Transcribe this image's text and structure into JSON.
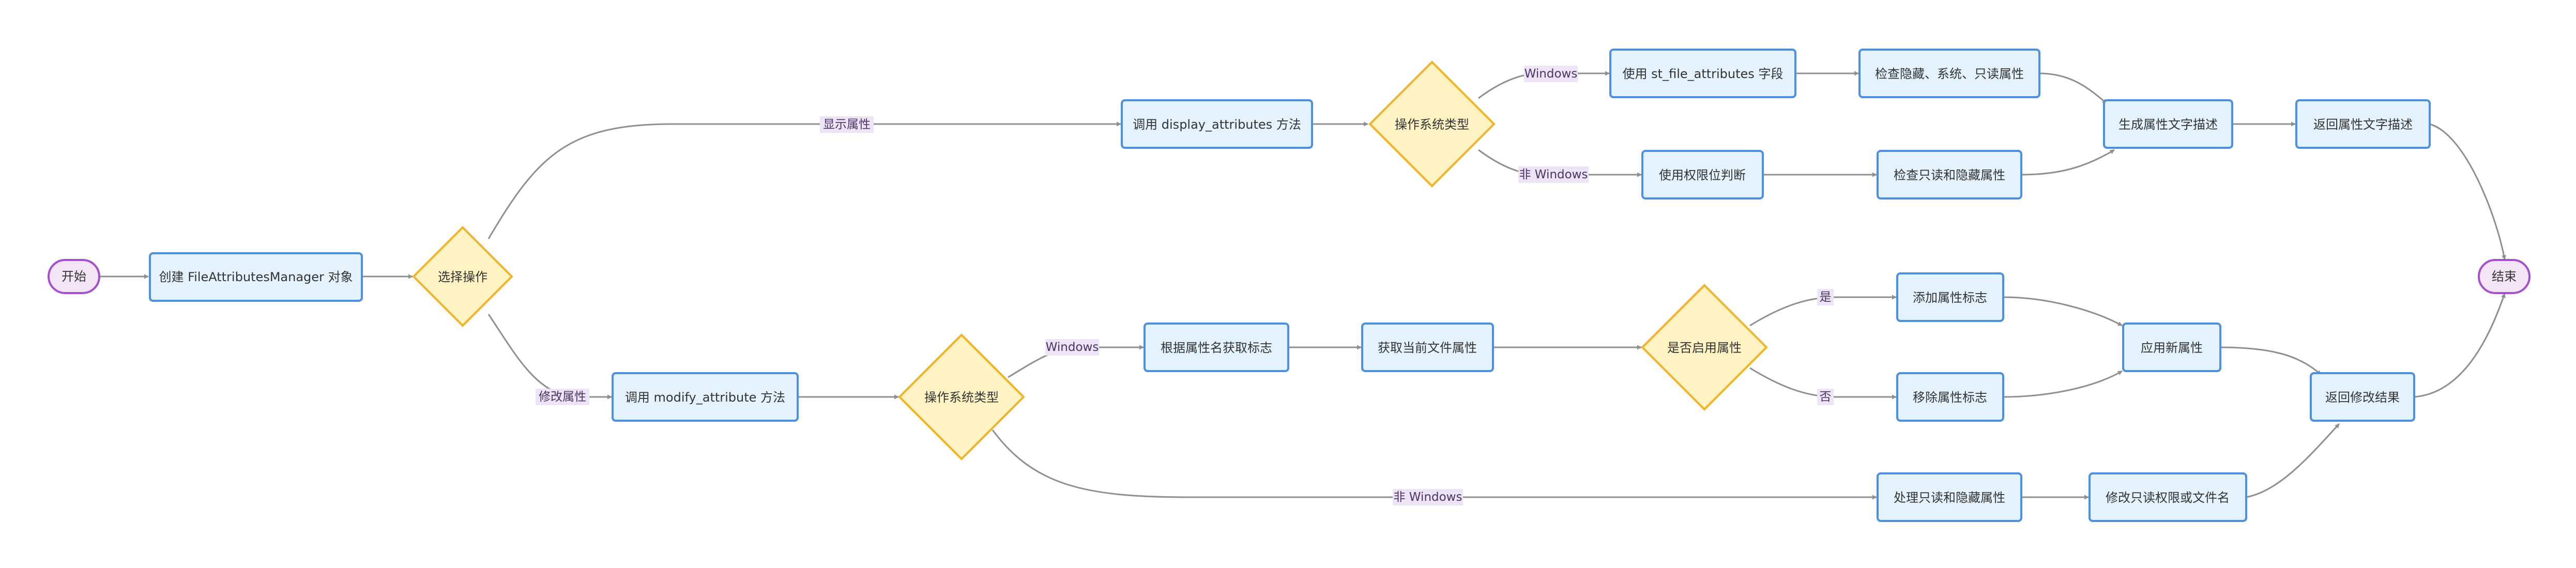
{
  "nodes": {
    "start": "开始",
    "create": "创建 FileAttributesManager 对象",
    "choose": "选择操作",
    "display": "调用 display_attributes 方法",
    "os_display": "操作系统类型",
    "use_st": "使用 st_file_attributes 字段",
    "use_perm": "使用权限位判断",
    "check_hsr": "检查隐藏、系统、只读属性",
    "check_rh": "检查只读和隐藏属性",
    "gen_desc": "生成属性文字描述",
    "ret_desc": "返回属性文字描述",
    "modify": "调用 modify_attribute 方法",
    "os_modify": "操作系统类型",
    "get_flag": "根据属性名获取标志",
    "get_current": "获取当前文件属性",
    "enable": "是否启用属性",
    "add_flag": "添加属性标志",
    "remove_flag": "移除属性标志",
    "apply": "应用新属性",
    "handle_rh": "处理只读和隐藏属性",
    "modify_perm": "修改只读权限或文件名",
    "ret_modify": "返回修改结果",
    "end": "结束"
  },
  "edge_labels": {
    "show": "显示属性",
    "modify": "修改属性",
    "win_display": "Windows",
    "nonwin_display": "非 Windows",
    "win_modify": "Windows",
    "nonwin_modify": "非 Windows",
    "yes": "是",
    "no": "否"
  }
}
